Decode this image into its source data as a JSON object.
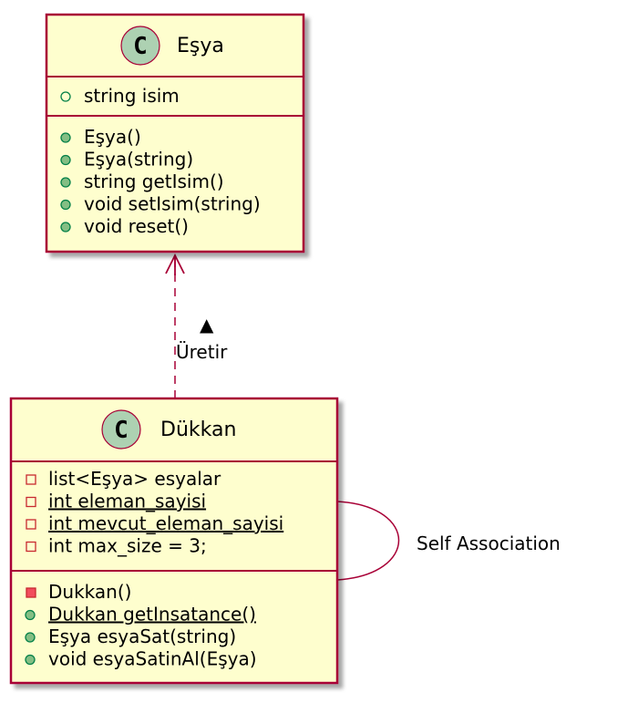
{
  "colors": {
    "class_fill": "#FEFECE",
    "border": "#A80036",
    "class_icon_fill": "#ADD1B2",
    "public_fill": "#84BE84",
    "public_stroke": "#038048",
    "private_fill": "#F24D5C",
    "private_stroke": "#C82930"
  },
  "classes": {
    "esya": {
      "icon_letter": "C",
      "name": "Eşya",
      "attributes": [
        {
          "visibility": "public",
          "text": "string isim",
          "static": false
        }
      ],
      "methods": [
        {
          "visibility": "public",
          "text": "Eşya()",
          "static": false
        },
        {
          "visibility": "public",
          "text": "Eşya(string)",
          "static": false
        },
        {
          "visibility": "public",
          "text": "string getIsim()",
          "static": false
        },
        {
          "visibility": "public",
          "text": "void setIsim(string)",
          "static": false
        },
        {
          "visibility": "public",
          "text": "void reset()",
          "static": false
        }
      ]
    },
    "dukkan": {
      "icon_letter": "C",
      "name": "Dükkan",
      "attributes": [
        {
          "visibility": "private",
          "text": "list<Eşya> esyalar",
          "static": false
        },
        {
          "visibility": "private",
          "text": "int eleman_sayisi",
          "static": true
        },
        {
          "visibility": "private",
          "text": "int mevcut_eleman_sayisi",
          "static": true
        },
        {
          "visibility": "private",
          "text": "int max_size = 3;",
          "static": false
        }
      ],
      "methods": [
        {
          "visibility": "private",
          "text": "Dukkan()",
          "static": false
        },
        {
          "visibility": "public",
          "text": "Dukkan getInsatance()",
          "static": true
        },
        {
          "visibility": "public",
          "text": "Eşya esyaSat(string)",
          "static": false
        },
        {
          "visibility": "public",
          "text": "void esyaSatinAl(Eşya)",
          "static": false
        }
      ]
    }
  },
  "relations": {
    "produces": {
      "arrow_glyph": "▲",
      "label": "Üretir"
    },
    "self": {
      "label": "Self Association"
    }
  }
}
